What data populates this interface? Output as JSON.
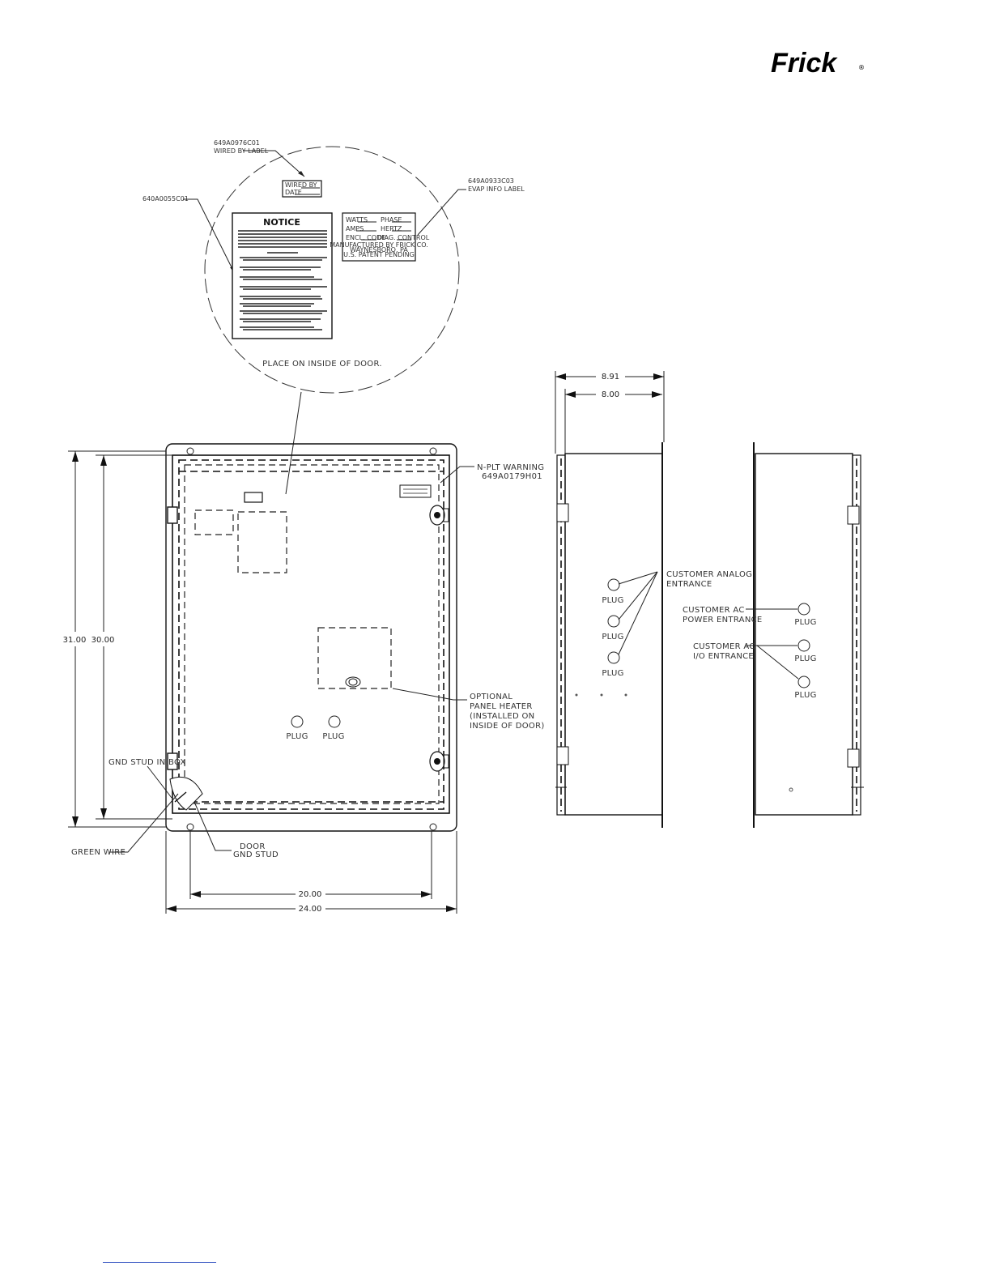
{
  "brand": {
    "logo_text": "Frick",
    "registered_mark": "®"
  },
  "detail_circle": {
    "wired_by_label_part": "649A0976C01",
    "wired_by_label_name": "WIRED BY LABEL",
    "wired_by_field": "WIRED BY",
    "date_field": "DATE",
    "notice_part": "640A0055C01",
    "notice_title": "NOTICE",
    "evap_label_part": "649A0933C03",
    "evap_label_name": "EVAP INFO LABEL",
    "evap_fields": [
      "WATTS",
      "PHASE",
      "AMPS",
      "HERTZ",
      "ENCL. CODE",
      "DIAG. CONTROL"
    ],
    "evap_footer": [
      "MANUFACTURED BY FRICK CO.",
      "WAYNESBORO, PA",
      "U.S. PATENT PENDING"
    ],
    "placement_note": "PLACE ON INSIDE OF DOOR."
  },
  "front_view": {
    "nplt_warning": "N-PLT WARNING",
    "nplt_part": "649A0179H01",
    "optional_heater": [
      "OPTIONAL",
      "PANEL HEATER",
      "(INSTALLED ON",
      "INSIDE OF DOOR)"
    ],
    "gnd_stud_box": "GND STUD IN BOX",
    "green_wire": "GREEN WIRE",
    "door_gnd_stud": [
      "DOOR",
      "GND STUD"
    ],
    "plug_label": "PLUG",
    "dims": {
      "outer_height": "31.00",
      "inner_height": "30.00",
      "inner_width": "20.00",
      "outer_width": "24.00"
    }
  },
  "side_view": {
    "dims": {
      "outer_depth": "8.91",
      "inner_depth": "8.00"
    },
    "analog_entrance": [
      "CUSTOMER ANALOG",
      "ENTRANCE"
    ],
    "plug_label": "PLUG"
  },
  "rear_view": {
    "ac_power": [
      "CUSTOMER AC",
      "POWER ENTRANCE"
    ],
    "ac_io": [
      "CUSTOMER AC",
      "I/O ENTRANCE"
    ],
    "plug_label": "PLUG"
  }
}
